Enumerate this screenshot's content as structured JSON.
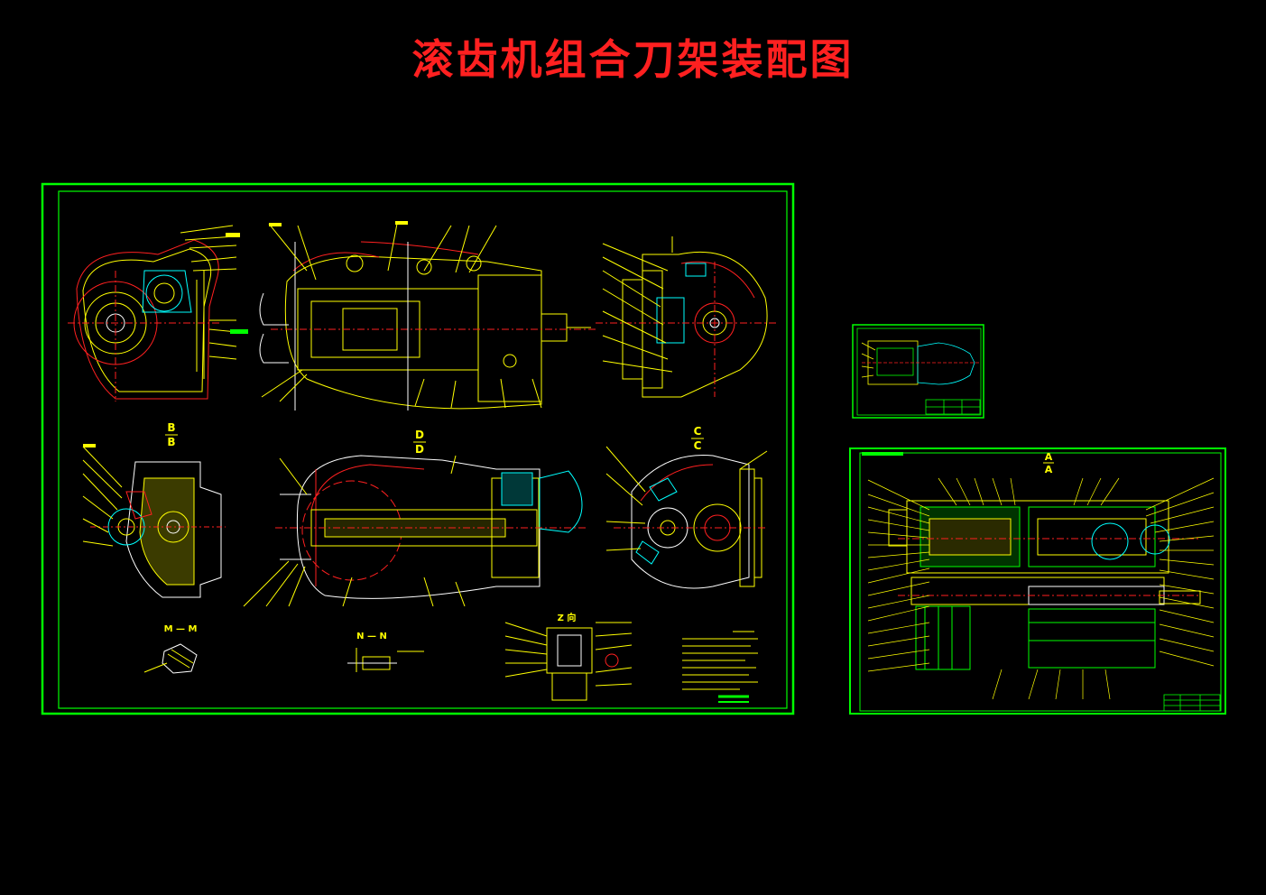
{
  "title": "滚齿机组合刀架装配图",
  "colors": {
    "title": "#ff2020",
    "frame": "#00ff00",
    "line": "#ffff00",
    "center": "#ff2020",
    "part": "#00ffff",
    "white": "#ffffff",
    "background": "#000000"
  },
  "main_sheet": {
    "section_b": "B",
    "section_c": "C",
    "section_d": "D",
    "view_mark_left": "M — M",
    "view_mark_mid": "N — N",
    "view_z": "Z 向"
  },
  "right_sheet": {
    "section_a": "A"
  }
}
